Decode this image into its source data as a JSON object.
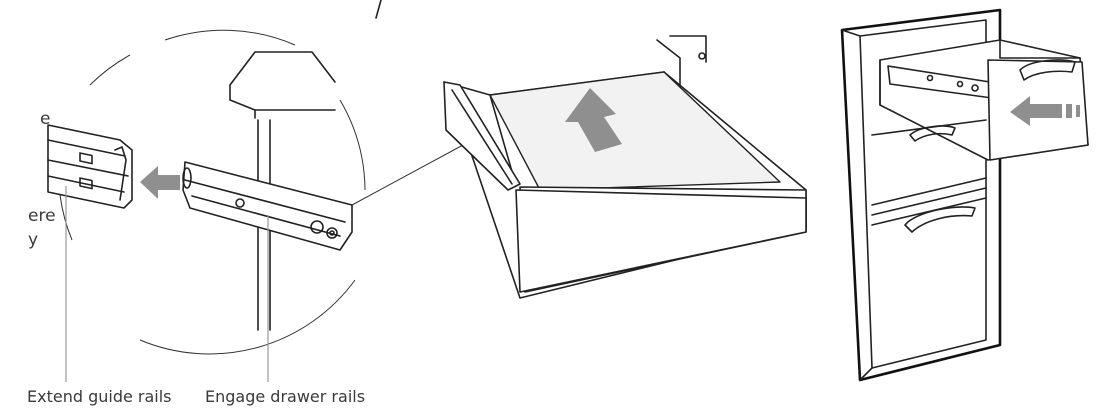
{
  "labels": {
    "extend_guide_rails": "Extend guide rails",
    "engage_drawer_rails": "Engage drawer rails"
  },
  "clipped_text": {
    "line1": "e",
    "line2": "ere",
    "line3": "y"
  },
  "colors": {
    "line": "#222222",
    "arrow": "#8f8f8f",
    "leader": "#9a9a9a",
    "text": "#3a3a3a"
  }
}
